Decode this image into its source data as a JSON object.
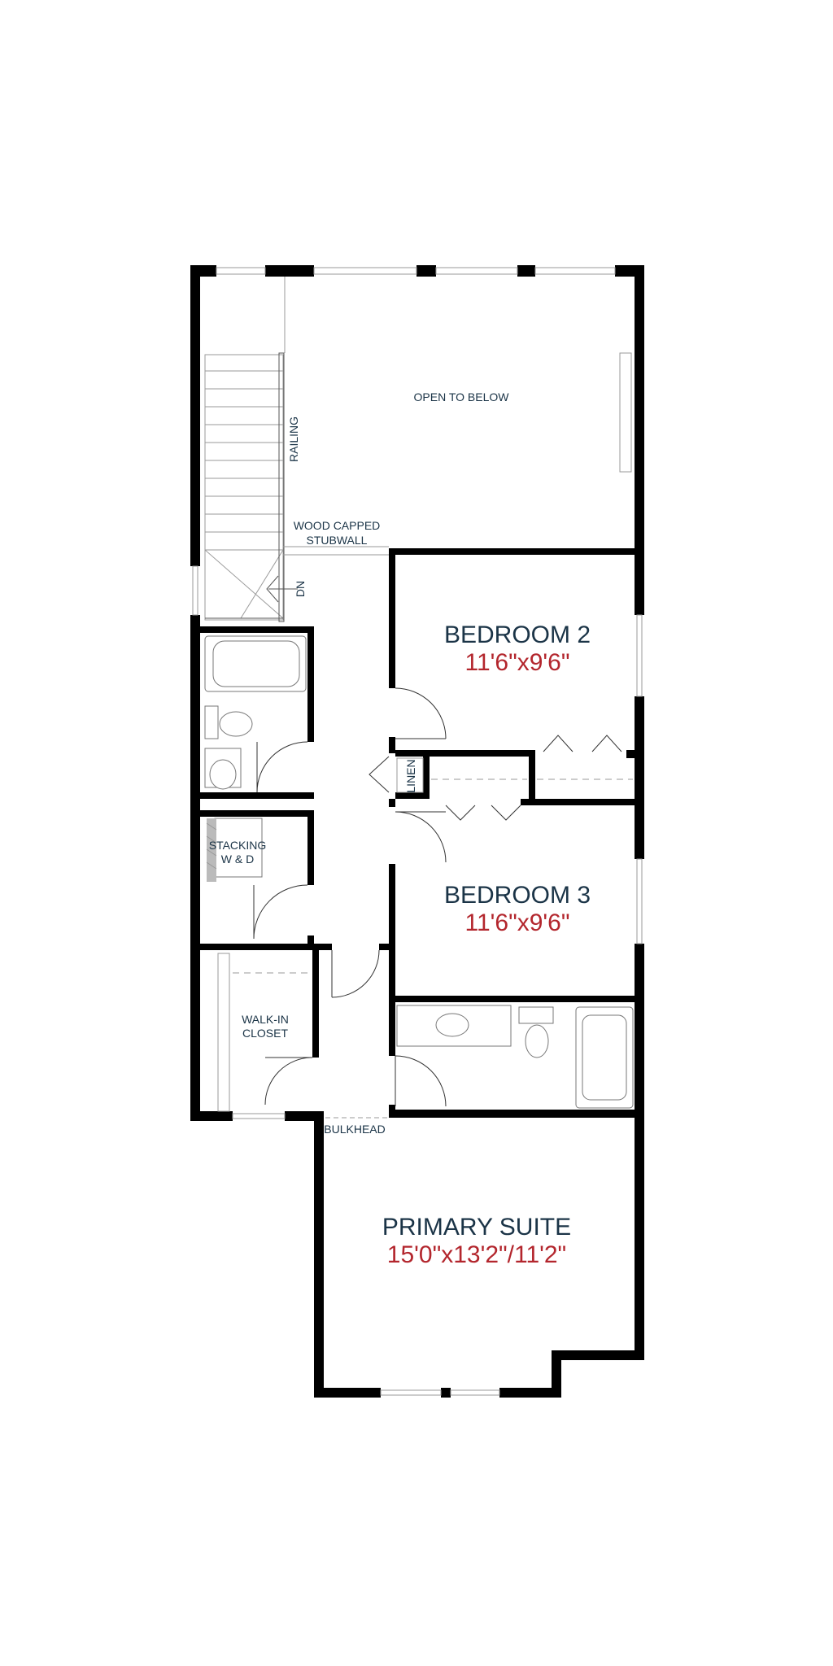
{
  "colors": {
    "room_name": "#1b3447",
    "room_dimension": "#b3262d",
    "wall": "#000000",
    "background": "#ffffff"
  },
  "rooms": {
    "bedroom_2": {
      "name": "BEDROOM 2",
      "dimensions": "11'6\"x9'6\""
    },
    "bedroom_3": {
      "name": "BEDROOM 3",
      "dimensions": "11'6\"x9'6\""
    },
    "primary_suite": {
      "name": "PRIMARY SUITE",
      "dimensions": "15'0\"x13'2\"/11'2\""
    }
  },
  "labels": {
    "open_to_below": "OPEN TO BELOW",
    "railing": "RAILING",
    "stubwall_line1": "WOOD CAPPED",
    "stubwall_line2": "STUBWALL",
    "stairs_dn": "DN",
    "linen": "LINEN",
    "laundry_line1": "STACKING",
    "laundry_line2": "W & D",
    "closet_line1": "WALK-IN",
    "closet_line2": "CLOSET",
    "bulkhead": "BULKHEAD"
  }
}
